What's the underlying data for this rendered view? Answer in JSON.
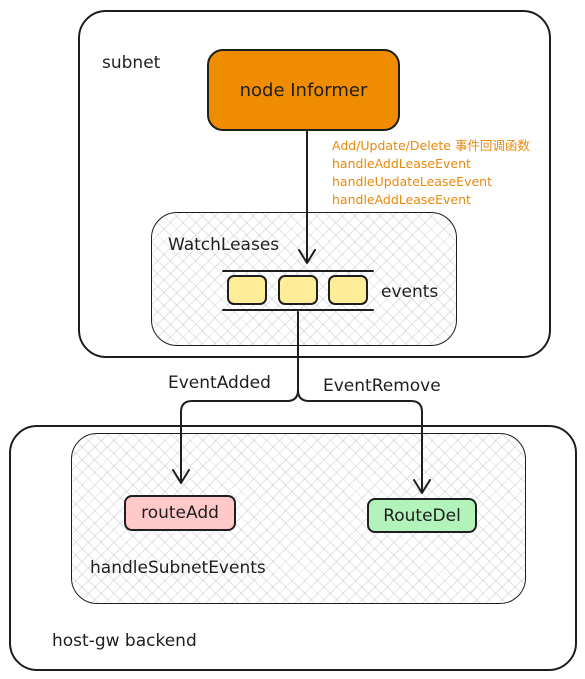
{
  "subnet": {
    "label": "subnet",
    "informer_label": "node Informer",
    "callbacks": [
      "Add/Update/Delete 事件回调函数",
      "handleAddLeaseEvent",
      "handleUpdateLeaseEvent",
      "handleAddLeaseEvent"
    ],
    "watch_label": "WatchLeases",
    "queue_label": "events"
  },
  "edges": {
    "added_label": "EventAdded",
    "remove_label": "EventRemove"
  },
  "backend": {
    "label": "host-gw backend",
    "handler_label": "handleSubnetEvents",
    "route_add_label": "routeAdd",
    "route_del_label": "RouteDel"
  },
  "colors": {
    "informer_fill": "#f08c00",
    "callback_text": "#e8890c",
    "event_cell_fill": "#ffec99",
    "route_add_fill": "#ffc9c9",
    "route_del_fill": "#b2f2bb",
    "stroke": "#1e1e1e"
  }
}
